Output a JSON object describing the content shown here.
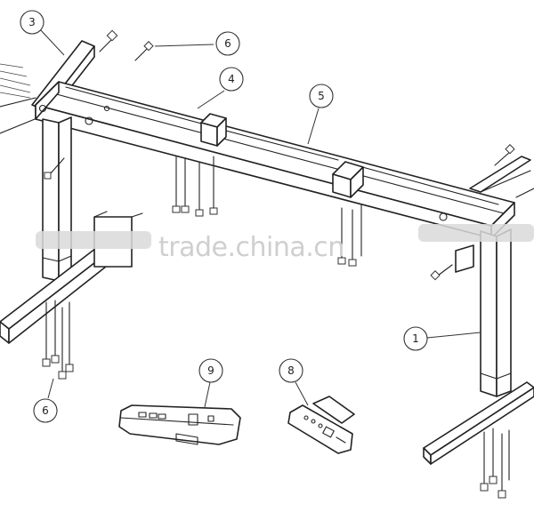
{
  "diagram": {
    "callouts": [
      {
        "id": "callout-3",
        "label": "3"
      },
      {
        "id": "callout-6-top",
        "label": "6"
      },
      {
        "id": "callout-4",
        "label": "4"
      },
      {
        "id": "callout-5",
        "label": "5"
      },
      {
        "id": "callout-1",
        "label": "1"
      },
      {
        "id": "callout-6-bottom",
        "label": "6"
      },
      {
        "id": "callout-9",
        "label": "9"
      },
      {
        "id": "callout-8",
        "label": "8"
      }
    ],
    "watermark": "trade.china.cn"
  }
}
